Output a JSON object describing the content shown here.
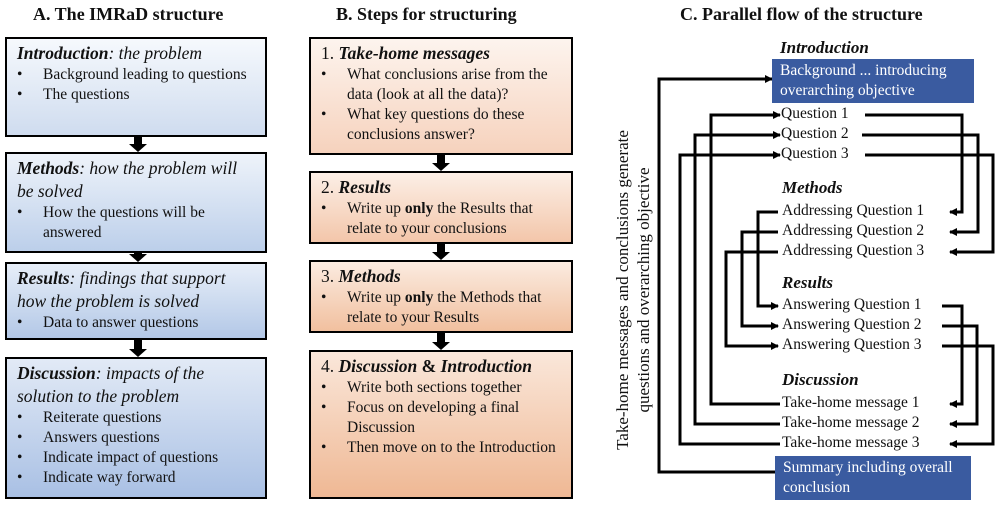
{
  "panel_a": {
    "title": "A. The IMRaD structure",
    "introduction": {
      "label": "Introduction",
      "desc": ": the problem",
      "bullets": [
        "Background leading to questions",
        "The questions"
      ]
    },
    "methods": {
      "label": "Methods",
      "desc": ": how the problem will be solved",
      "bullets": [
        "How the questions will be answered"
      ]
    },
    "results": {
      "label": "Results",
      "desc": ": findings that support how the problem is solved",
      "bullets": [
        "Data to answer questions"
      ]
    },
    "discussion": {
      "label": "Discussion",
      "desc": ": impacts of the solution to the problem",
      "bullets": [
        "Reiterate questions",
        "Answers questions",
        "Indicate impact of questions",
        "Indicate way forward"
      ]
    }
  },
  "panel_b": {
    "title": "B. Steps for structuring",
    "step1": {
      "num": "1.",
      "title": "Take-home messages",
      "bullets": [
        "What conclusions arise from the data (look at all the data)?",
        "What key questions do these conclusions answer?"
      ]
    },
    "step2": {
      "num": "2.",
      "title": "Results",
      "pre": "Write up ",
      "bold": "only",
      "post": " the Results that relate to your conclusions"
    },
    "step3": {
      "num": "3.",
      "title": "Methods",
      "pre": "Write up ",
      "bold": "only",
      "post": " the Methods that relate to your Results"
    },
    "step4": {
      "num": "4.",
      "title_a": "Discussion",
      "amp": " & ",
      "title_b": "Introduction",
      "bullets": [
        "Write both sections together",
        "Focus on developing a final Discussion",
        "Then move on to the Introduction"
      ]
    }
  },
  "panel_c": {
    "title": "C. Parallel flow of the structure",
    "vertical_label_1": "Take-home messages and conclusions generate",
    "vertical_label_2": "questions and overarching objective",
    "intro_head": "Introduction",
    "intro_box": "Background ... introducing overarching objective",
    "questions": [
      "Question 1",
      "Question 2",
      "Question 3"
    ],
    "methods_head": "Methods",
    "addressing": [
      "Addressing Question 1",
      "Addressing Question 2",
      "Addressing Question 3"
    ],
    "results_head": "Results",
    "answering": [
      "Answering Question 1",
      "Answering Question 2",
      "Answering Question 3"
    ],
    "discussion_head": "Discussion",
    "takehome": [
      "Take-home message 1",
      "Take-home message 2",
      "Take-home message 3"
    ],
    "summary_box": "Summary including overall conclusion"
  },
  "colors": {
    "blue_box": "#3a5ba0",
    "panel_a_fill": "#bccfea",
    "panel_b_fill": "#f3c6aa"
  }
}
